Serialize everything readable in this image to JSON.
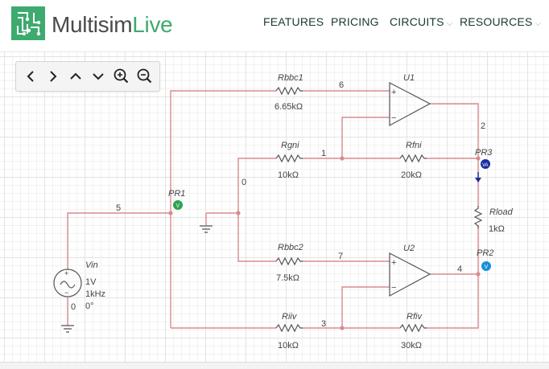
{
  "brand": {
    "name_part1": "Multisim",
    "name_part2": "Live",
    "green": "#3daa6e"
  },
  "nav": {
    "features": "FEATURES",
    "pricing": "PRICING",
    "circuits": "CIRCUITS",
    "resources": "RESOURCES"
  },
  "toolbar": {
    "buttons": [
      "chevron-left-icon",
      "chevron-right-icon",
      "chevron-up-icon",
      "chevron-down-icon",
      "zoom-in-icon",
      "zoom-out-icon"
    ]
  },
  "schematic": {
    "wire_color": "#d98b8f",
    "probe_green": "#2ea44f",
    "probe_blue": "#1a8fd8",
    "probe_navy": "#1a2ea0",
    "source": {
      "name": "Vin",
      "amplitude": "1V",
      "frequency": "1kHz",
      "phase": "0°",
      "node": "0"
    },
    "resistors": {
      "rbbc1": {
        "name": "Rbbc1",
        "value": "6.65kΩ"
      },
      "rgni": {
        "name": "Rgni",
        "value": "10kΩ"
      },
      "rfni": {
        "name": "Rfni",
        "value": "20kΩ"
      },
      "rbbc2": {
        "name": "Rbbc2",
        "value": "7.5kΩ"
      },
      "riiv": {
        "name": "Riiv",
        "value": "10kΩ"
      },
      "rfiv": {
        "name": "Rfiv",
        "value": "30kΩ"
      },
      "rload": {
        "name": "Rload",
        "value": "1kΩ"
      }
    },
    "opamps": {
      "u1": "U1",
      "u2": "U2",
      "plus": "+",
      "minus": "−"
    },
    "nodes": {
      "n6": "6",
      "n1": "1",
      "n2": "2",
      "n0": "0",
      "n5": "5",
      "n7": "7",
      "n4": "4",
      "n3": "3"
    },
    "probes": {
      "pr1": {
        "name": "PR1",
        "letter": "V"
      },
      "pr2": {
        "name": "PR2",
        "letter": "V"
      },
      "pr3": {
        "name": "PR3",
        "letter": "VA"
      }
    }
  }
}
